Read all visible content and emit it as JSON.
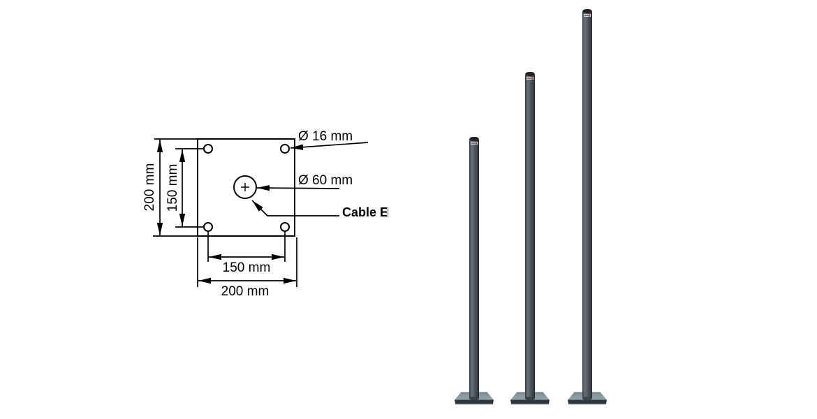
{
  "drawing": {
    "labels": {
      "bolt_hole_diameter": "Ø 16 mm",
      "center_hole_diameter": "Ø 60 mm",
      "cable_entry": "Cable E"
    },
    "dimensions": {
      "plate_height": "200 mm",
      "hole_spacing_vertical": "150 mm",
      "hole_spacing_horizontal": "150 mm",
      "plate_width": "200 mm"
    },
    "line_color": "#000000"
  },
  "poles": {
    "count": 3,
    "body_color": "#4a5258",
    "body_highlight": "#6b737a",
    "base_top_color": "#8d9aa3",
    "base_edge_color": "#2f363c",
    "top_label_color": "#d4d6d7",
    "top_label_accent": "#a3372f"
  }
}
